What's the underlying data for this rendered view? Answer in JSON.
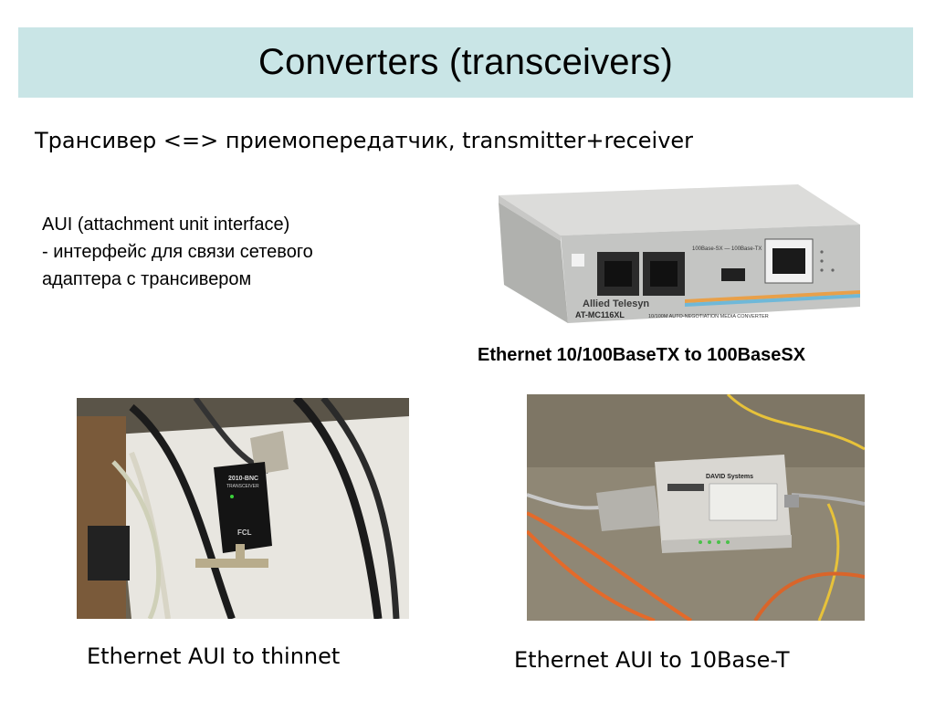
{
  "slide": {
    "title": "Converters (transceivers)",
    "subtitle": "Трансивер <=> приемопередатчик, transmitter+receiver",
    "aui_lines": [
      "AUI (attachment unit interface)",
      "- интерфейс для связи сетевого",
      "адаптера  с трансивером"
    ]
  },
  "figures": {
    "media_converter": {
      "caption": "Ethernet 10/100BaseTX to 100BaseSX",
      "device_brand": "Allied Telesyn",
      "device_model": "AT-MC116XL",
      "device_subtitle": "10/100M AUTO-NEGOTIATION MEDIA CONVERTER"
    },
    "thinnet": {
      "caption": "Ethernet AUI to thinnet",
      "device_model": "2010-BNC",
      "device_type": "TRANSCEIVER",
      "device_brand": "FCL"
    },
    "tenbase_t": {
      "caption": "Ethernet AUI to 10Base-T",
      "device_brand": "DAVID Systems"
    }
  }
}
